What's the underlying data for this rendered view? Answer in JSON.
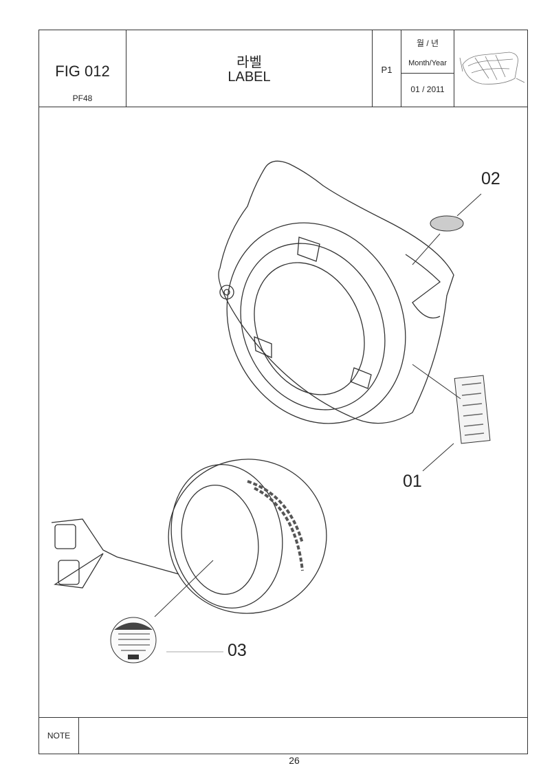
{
  "header": {
    "fig_label": "FIG 012",
    "model": "PF48",
    "title_korean": "라벨",
    "title_english": "LABEL",
    "page_code": "P1",
    "date_label_korean": "월 / 년",
    "date_label_english": "Month/Year",
    "date_value": "01 / 2011"
  },
  "diagram": {
    "callouts": [
      {
        "number": "02"
      },
      {
        "number": "01"
      },
      {
        "number": "03"
      }
    ]
  },
  "footer": {
    "note_label": "NOTE",
    "note_text": "",
    "page_number": "26"
  }
}
